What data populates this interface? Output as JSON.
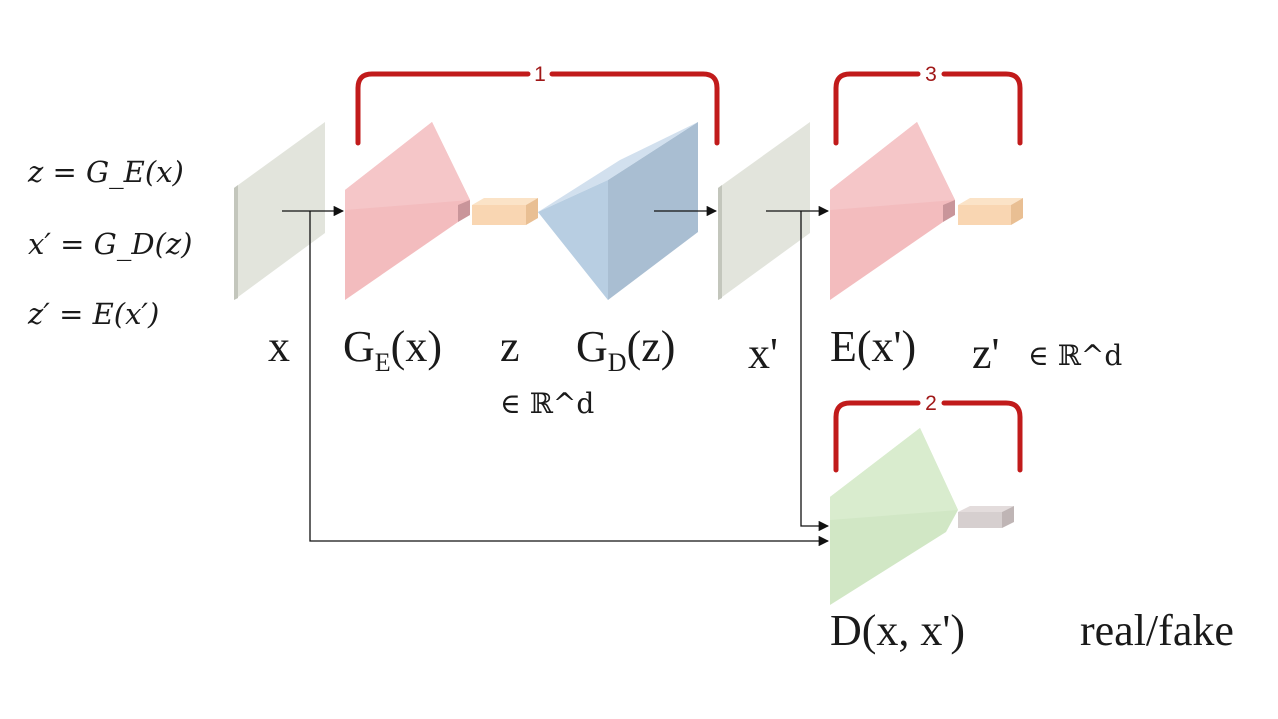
{
  "equations": {
    "eq1": "z = G_E(x)",
    "eq2": "x′ = G_D(z)",
    "eq3": "z′ = E(x′)"
  },
  "labels": {
    "x": "x",
    "ge_main": "G",
    "ge_sub": "E",
    "ge_arg": "(x)",
    "z": "z",
    "z_space": "∈ ℝ^d",
    "gd_main": "G",
    "gd_sub": "D",
    "gd_arg": "(z)",
    "x_prime": "x'",
    "e_xprime": "E(x')",
    "z_prime": "z'",
    "z_prime_space": "∈ ℝ^d",
    "d_label": "D(x, x')",
    "real_fake": "real/fake"
  },
  "brackets": {
    "b1": "1",
    "b2": "2",
    "b3": "3"
  },
  "colors": {
    "bracket": "#c11b1b",
    "image_panel": "#e2e4dc",
    "encoder": "#f2b8ba",
    "decoder": "#b8cee2",
    "latent": "#f9d6b2",
    "discriminator": "#cfe6c2",
    "d_output": "#d6cfcf"
  }
}
